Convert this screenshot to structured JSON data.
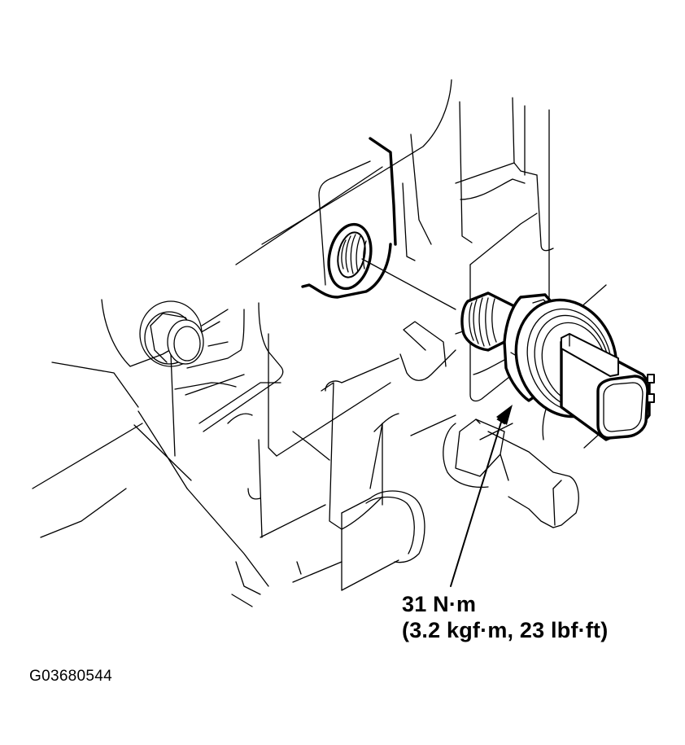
{
  "figure": {
    "type": "technical-service-illustration",
    "subject": "pressure switch installation into transmission housing",
    "figure_id": "G03680544"
  },
  "callout": {
    "torque_primary": "31 N·m",
    "torque_secondary": "(3.2 kgf·m, 23 lbf·ft)",
    "pointer": "arrow-to-switch-hex-flange"
  },
  "parts": [
    {
      "name": "transmission-housing",
      "style": "thin-line"
    },
    {
      "name": "threaded-mounting-hole",
      "style": "bold-outline"
    },
    {
      "name": "pressure-switch",
      "style": "bold-outline"
    },
    {
      "name": "switch-connector",
      "style": "bold-outline"
    },
    {
      "name": "flange-bolt",
      "style": "thin-line"
    },
    {
      "name": "hex-plug",
      "style": "thin-line"
    },
    {
      "name": "pipe-fitting",
      "style": "thin-line"
    }
  ],
  "colors": {
    "line": "#000000",
    "background": "#ffffff"
  }
}
